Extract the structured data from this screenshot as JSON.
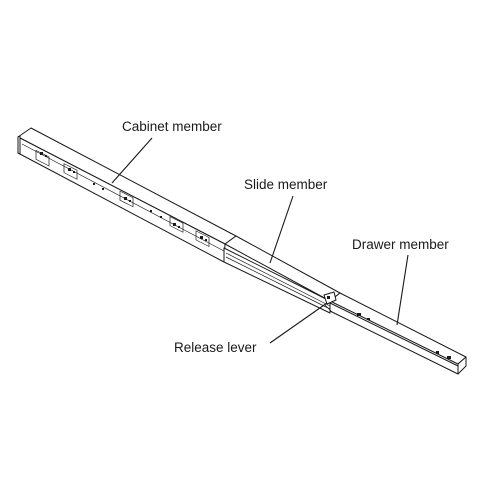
{
  "diagram": {
    "labels": {
      "cabinet_member": "Cabinet member",
      "slide_member": "Slide member",
      "drawer_member": "Drawer member",
      "release_lever": "Release lever"
    }
  }
}
